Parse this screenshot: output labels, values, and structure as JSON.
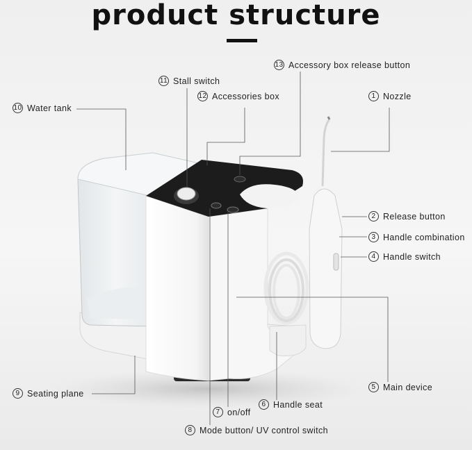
{
  "title": "product structure",
  "labels": {
    "water_tank": {
      "num": "10",
      "text": "Water tank"
    },
    "stall_switch": {
      "num": "11",
      "text": "Stall switch"
    },
    "accessories_box": {
      "num": "12",
      "text": "Accessories box"
    },
    "accessory_release": {
      "num": "13",
      "text": "Accessory box release button"
    },
    "nozzle": {
      "num": "1",
      "text": "Nozzle"
    },
    "release_button": {
      "num": "2",
      "text": "Release button"
    },
    "handle_combination": {
      "num": "3",
      "text": "Handle combination"
    },
    "handle_switch": {
      "num": "4",
      "text": "Handle switch"
    },
    "main_device": {
      "num": "5",
      "text": "Main device"
    },
    "handle_seat": {
      "num": "6",
      "text": "Handle seat"
    },
    "on_off": {
      "num": "7",
      "text": "on/off"
    },
    "mode_button": {
      "num": "8",
      "text": "Mode button/ UV control switch"
    },
    "seating_plane": {
      "num": "9",
      "text": "Seating plane"
    }
  },
  "colors": {
    "leader_line": "#555555",
    "panel": "#1c1c1c",
    "body": "#ffffff",
    "tank": "#dfe4e6"
  }
}
